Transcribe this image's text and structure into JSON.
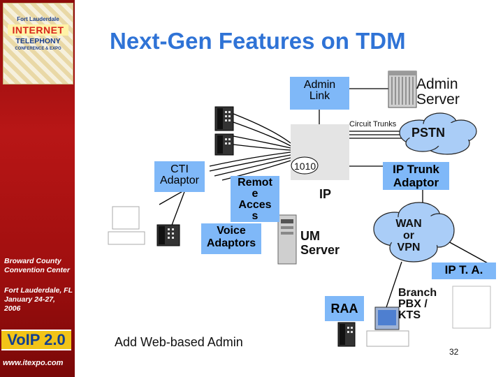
{
  "slide": {
    "title": "Next-Gen Features on TDM",
    "page_number": "32",
    "footer_note": "Add Web-based Admin"
  },
  "sidebar": {
    "logo_lines": [
      "Fort Lauderdale",
      "INTERNET",
      "TELEPHONY",
      "CONFERENCE & EXPO"
    ],
    "venue": "Broward County Convention Center",
    "location": "Fort Lauderdale, FL",
    "dates": "January 24-27, 2006",
    "brand": "VoIP 2.0",
    "site": "www.itexpo.com"
  },
  "diagram": {
    "admin_link": "Admin\nLink",
    "admin_server": "Admin\nServer",
    "circuit_trunks": "Circuit Trunks",
    "pstn": "PSTN",
    "cti_adaptor": "CTI\nAdaptor",
    "remote_access": "Remot\ne\nAcces\ns",
    "voice_adaptors": "Voice\nAdaptors",
    "pbx_label": "1010",
    "ip": "IP",
    "um_server": "UM\nServer",
    "ip_trunk_adaptor": "IP Trunk\nAdaptor",
    "wan": "WAN\nor\nVPN",
    "ip_ta": "IP T. A.",
    "raa": "RAA",
    "branch": "Branch\nPBX /\nKTS"
  },
  "colors": {
    "title_blue": "#2f73d6",
    "box_blue": "#7fb8f8",
    "sidebar_red": "#a10f0f",
    "brand_yellow": "#f2c418"
  }
}
